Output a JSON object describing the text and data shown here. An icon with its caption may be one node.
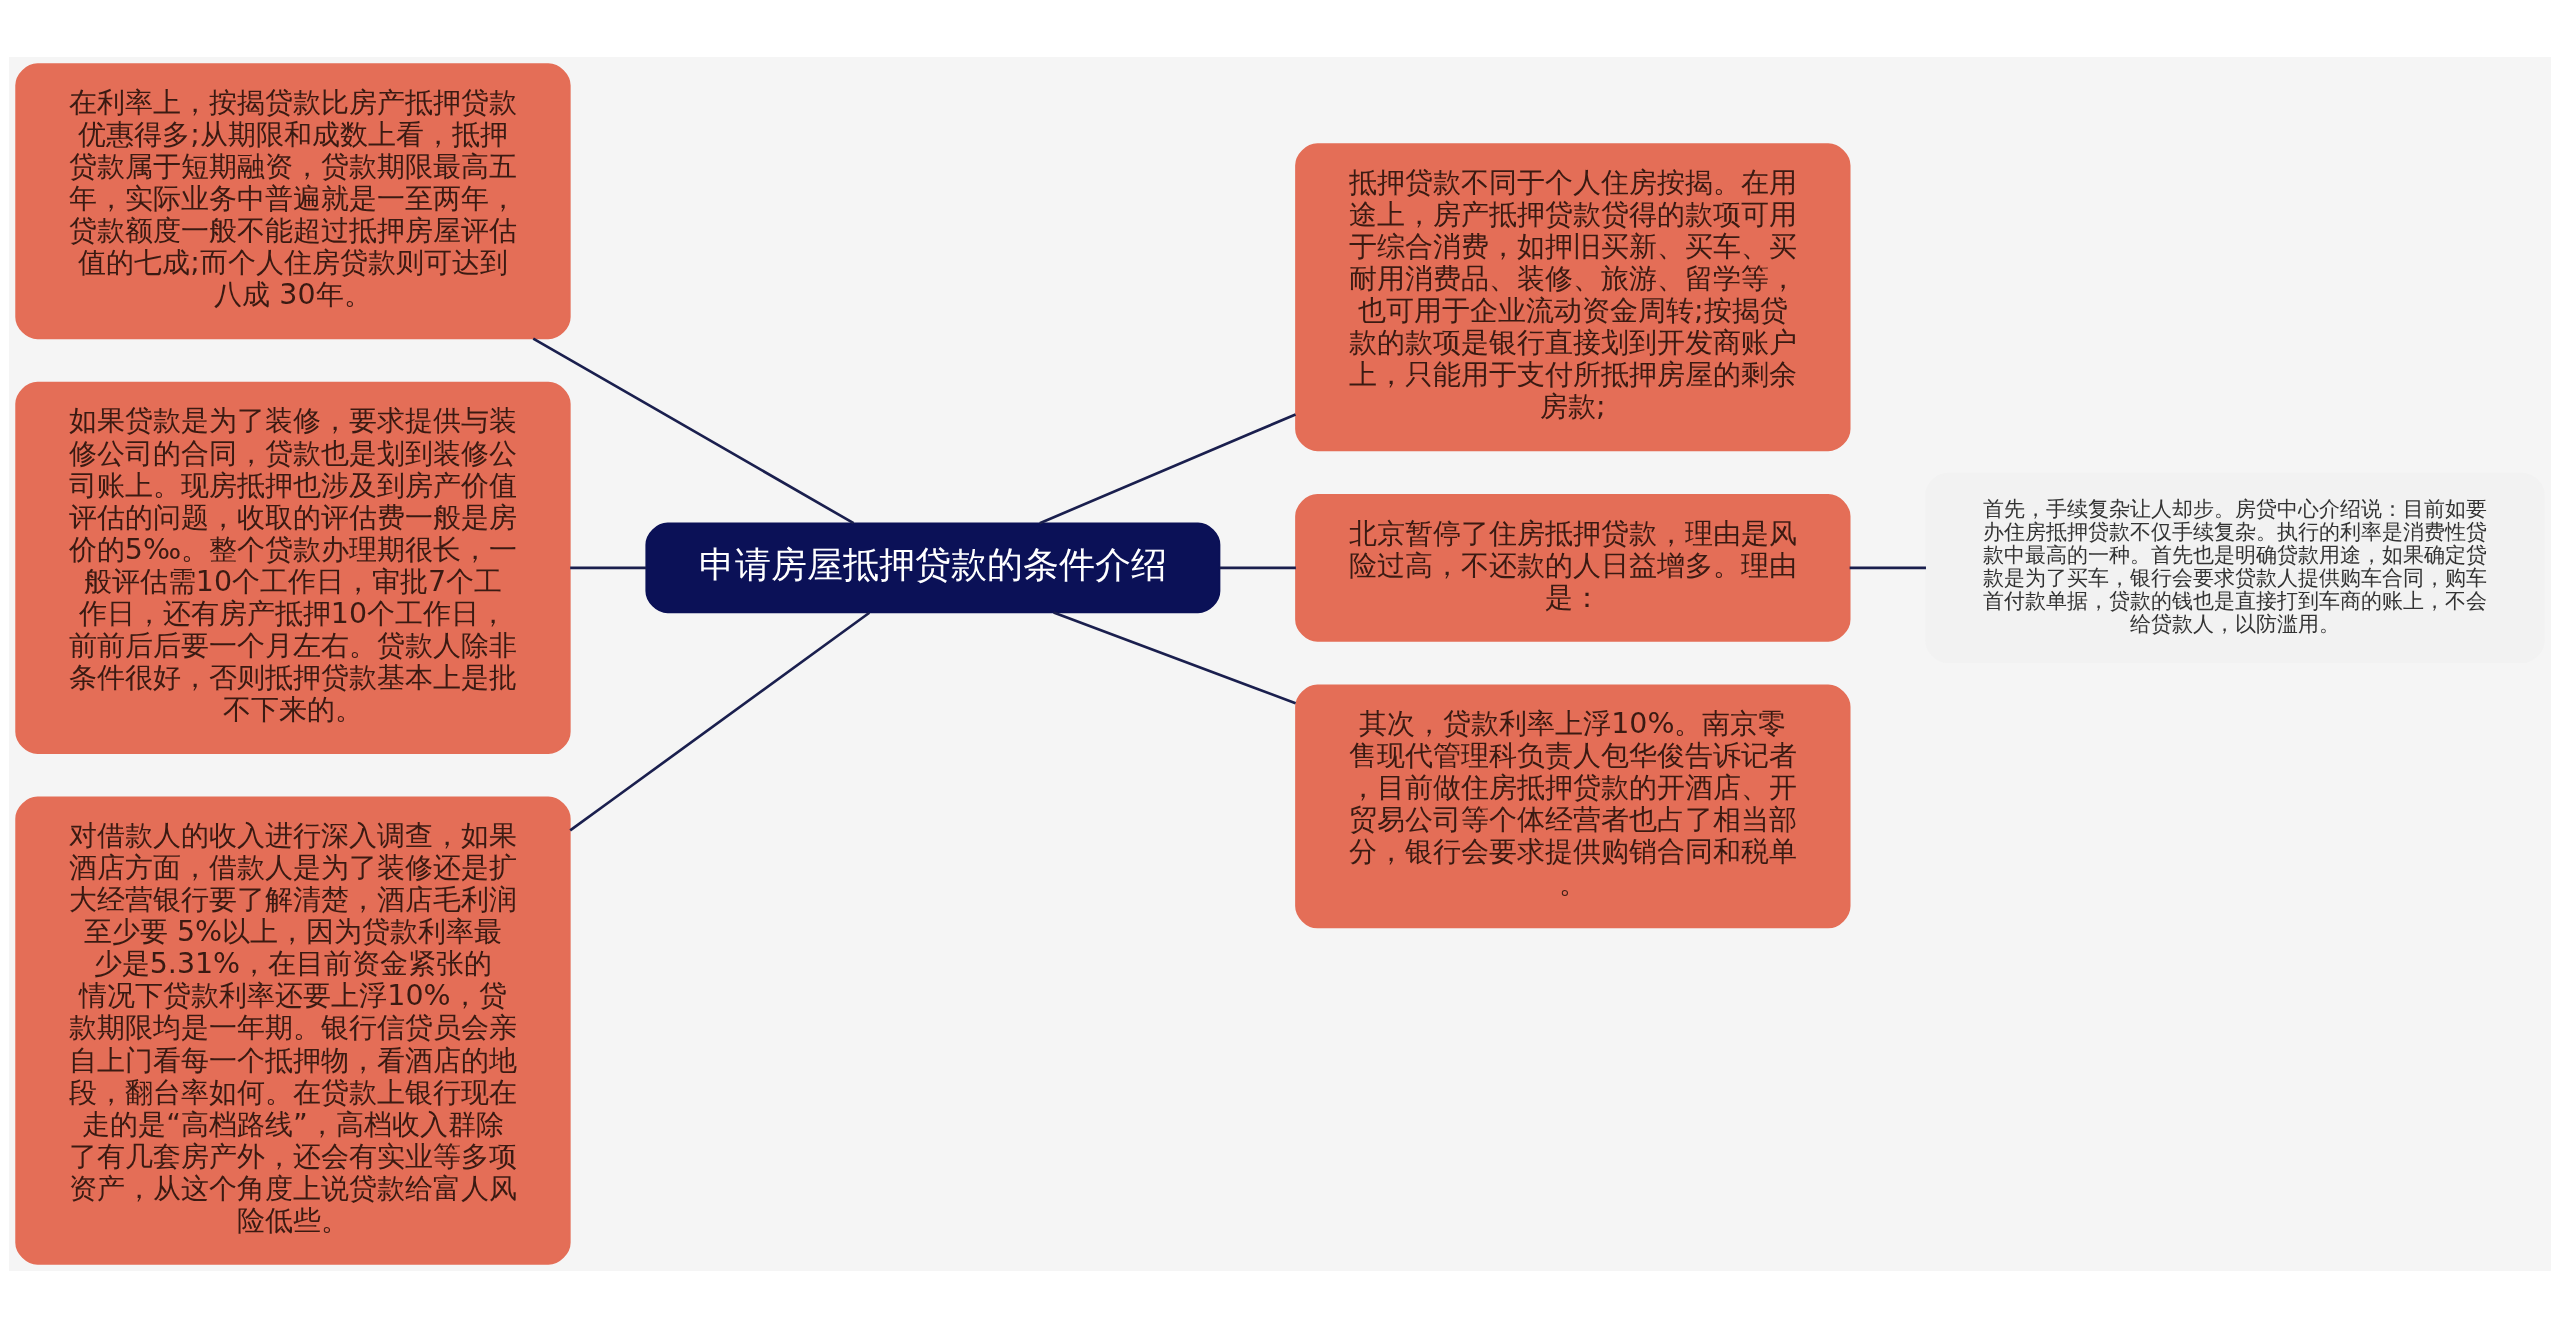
{
  "diagram": {
    "nodes": [
      {
        "text": [
          "申请房屋抵押贷款的条件介绍"
        ]
      },
      {
        "text": [
          "在利率上，按揭贷款比房产抵押贷款优惠得多;从期限和成数上看，抵押贷款属于短期融资，贷款期限最高五年，实际业务中普遍就是一至两年，贷款额度一般不能超过抵押房屋评估值的七成;而个人住房贷款则可达到八成 30年。"
        ]
      },
      {
        "text": [
          "如果贷款是为了装修，要求提供与装修公司的合同，贷款也是划到装修公司账上。现房抵押也涉及到房产价值评估的问题，收取的评估费一般是房价的5‰。整个贷款办理期很长，一般评估需10个工作日，审批7个工作日，还有房产抵押10个工作日，前前后后要一个月左右。贷款人除非条件很好，否则抵押贷款基本上是批不下来的。"
        ]
      },
      {
        "text": [
          "对借款人的收入进行深入调查，如果酒店方面，借款人是为了装修还是扩大经营银行要了解清楚，酒店毛利润至少要 5%以上，因为贷款利率最少是5.31%，在目前资金紧张的情况下贷款利率还要上浮10%，贷款期限均是一年期。银行信贷员会亲自上门看每一个抵押物，看酒店的地段，翻台率如何。在贷款上银行现在走的是“高档路线”，高档收入群除了有几套房产外，还会有实业等多项资产，从这个角度上说贷款给富人风险低些。"
        ]
      },
      {
        "text": [
          "抵押贷款不同于个人住房按揭。在用途上，房产抵押贷款贷得的款项可用于综合消费，如押旧买新、买车、买耐用消费品、装修、旅游、留学等，也可用于企业流动资金周转;按揭贷款的款项是银行直接划到开发商账户上，只能用于支付所抵押房屋的剩余房款;"
        ]
      },
      {
        "text": [
          "北京暂停了住房抵押贷款，理由是风险过高，不还款的人日益增多。理由是："
        ]
      },
      {
        "text": [
          "首先，手续复杂让人却步。房贷中心介绍说：目前如要办住房抵押贷款不仅手续复杂。执行的利率是消费性贷款中最高的一种。首先也是明确贷款用途，如果确定贷款是为了买车，银行会要求贷款人提供购车合同，购车首付款单据，贷款的钱也是直接打到车商的账上，不会给贷款人，以防滥用。"
        ]
      },
      {
        "text": [
          "其次，贷款利率上浮10%。南京零售现代管理科负责人包华俊告诉记者，目前做住房抵押贷款的开酒店、开贸易公司等个体经营者也占了相当部分，银行会要求提供购销合同和税单。"
        ]
      }
    ],
    "edges": [
      {
        "from": 0,
        "to": 1,
        "arrow": "none"
      },
      {
        "from": 0,
        "to": 2,
        "arrow": "none"
      },
      {
        "from": 0,
        "to": 3,
        "arrow": "none"
      },
      {
        "from": 0,
        "to": 4,
        "arrow": "none"
      },
      {
        "from": 0,
        "to": 5,
        "arrow": "none"
      },
      {
        "from": 5,
        "to": 6,
        "arrow": "none"
      },
      {
        "from": 0,
        "to": 7,
        "arrow": "none"
      }
    ]
  }
}
